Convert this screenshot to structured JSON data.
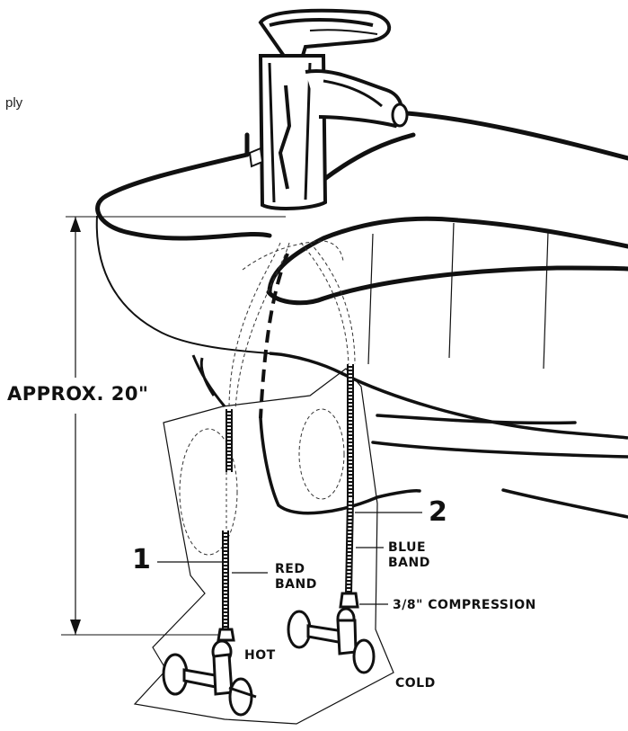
{
  "labels": {
    "cut_text": "ply",
    "height": "APPROX. 20\"",
    "supply_1": "1",
    "supply_2": "2",
    "red_band_line1": "RED",
    "red_band_line2": "BAND",
    "blue_band_line1": "BLUE",
    "blue_band_line2": "BAND",
    "compression": "3/8\" COMPRESSION",
    "hot": "HOT",
    "cold": "COLD"
  }
}
